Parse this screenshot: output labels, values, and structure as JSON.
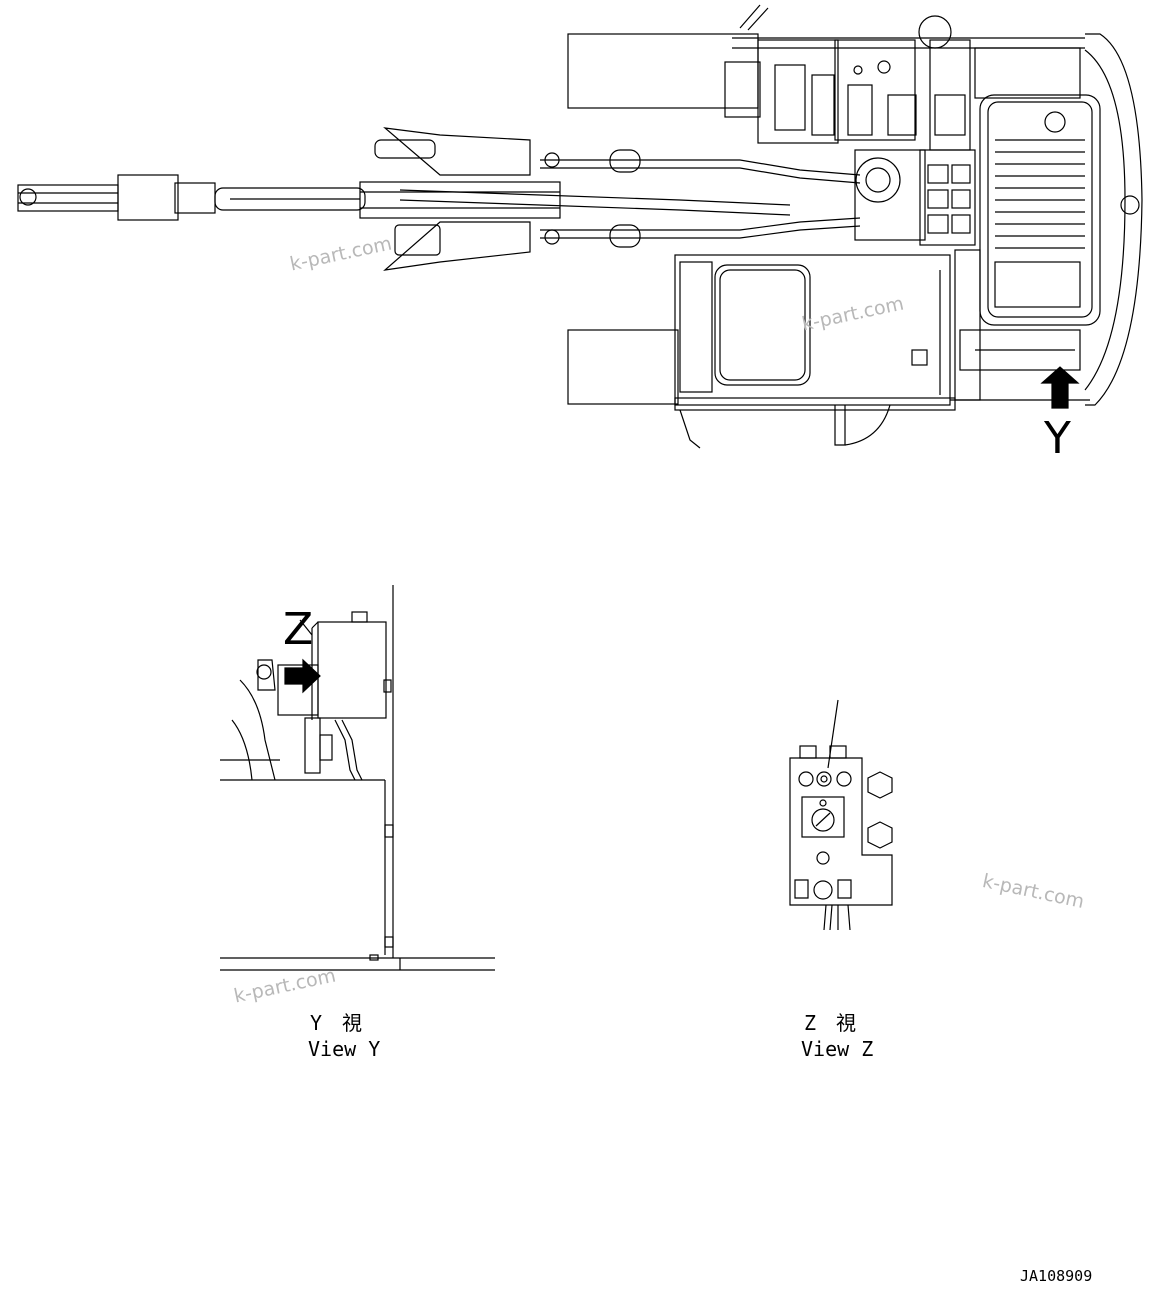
{
  "drawing": {
    "callouts": {
      "y": "Y",
      "z": "Z"
    },
    "views": [
      {
        "id": "view-y",
        "caption_jp": "Y　視",
        "caption_en": "View Y"
      },
      {
        "id": "view-z",
        "caption_jp": "Z　視",
        "caption_en": "View Z"
      }
    ],
    "drawing_number": "JA108909",
    "watermark": "k-part.com"
  },
  "colors": {
    "line": "#000000",
    "watermark": "#b8b8b8",
    "background": "#ffffff"
  }
}
